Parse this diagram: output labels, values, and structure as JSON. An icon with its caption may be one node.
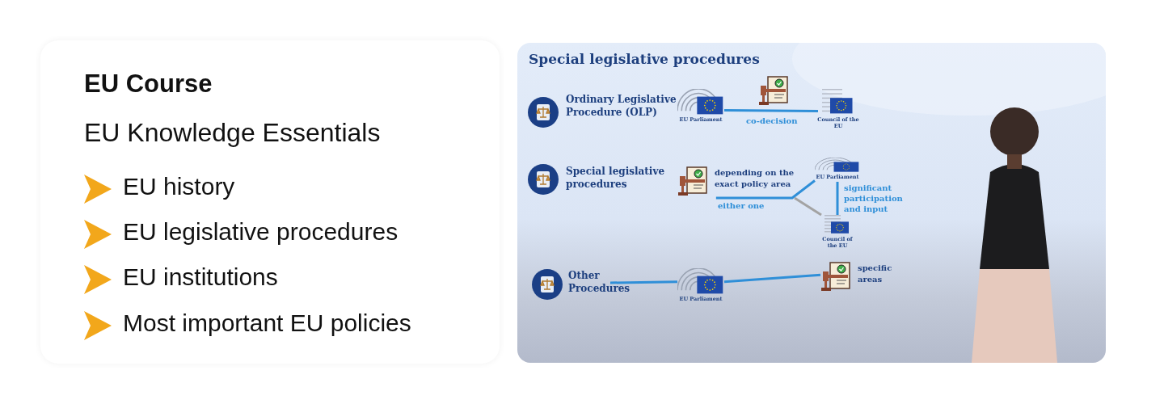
{
  "diagram": {
    "nodes": [
      {
        "text": [
          "EU Course",
          "EU Knowledge Essentials"
        ]
      },
      {
        "text": [
          "Special legislative procedures"
        ]
      },
      {
        "text": [
          "EU Parliament"
        ],
        "in": 1
      },
      {
        "text": [
          "Council of the EU"
        ],
        "in": 1
      },
      {
        "text": [
          "depending on the exact policy area"
        ],
        "in": 1
      },
      {
        "text": [
          "EU Parliament"
        ],
        "in": 1
      },
      {
        "text": [
          "Council of the EU"
        ],
        "in": 1
      },
      {
        "text": [
          "Other Procedures"
        ],
        "in": 1
      },
      {
        "text": [
          "EU Parliament"
        ],
        "in": 1
      },
      {
        "text": [
          "specific areas"
        ],
        "in": 1
      }
    ],
    "edges": [
      {
        "from": 2,
        "to": 3,
        "arrow": "none",
        "label": "co-decision"
      },
      {
        "from": 4,
        "to": 5,
        "arrow": "none",
        "label": "either one"
      },
      {
        "from": 4,
        "to": 6,
        "arrow": "none",
        "color": "#a3a3a3"
      },
      {
        "from": 5,
        "to": 6,
        "arrow": "none",
        "label": "significant participation and input"
      },
      {
        "from": 7,
        "to": 8,
        "arrow": "none"
      },
      {
        "from": 8,
        "to": 9,
        "arrow": "none"
      }
    ],
    "labels": [
      "EU history",
      "EU legislative procedures",
      "EU institutions",
      "Most important EU policies",
      "Ordinary Legislative Procedure (OLP)",
      "Special legislative procedures"
    ]
  }
}
